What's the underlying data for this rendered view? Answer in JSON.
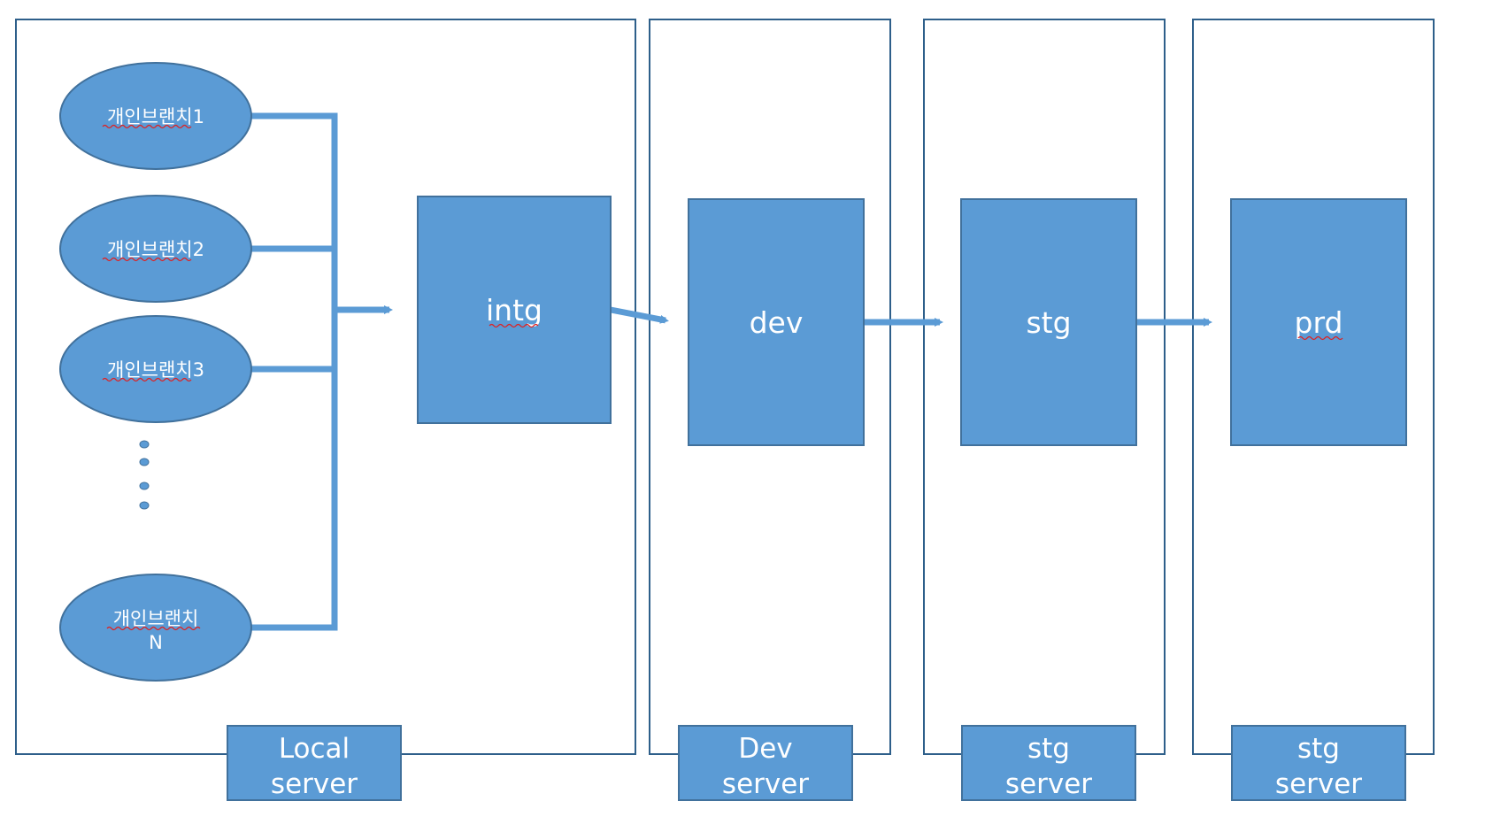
{
  "branches": [
    {
      "label": "개인브랜치1"
    },
    {
      "label": "개인브랜치2"
    },
    {
      "label": "개인브랜치3"
    },
    {
      "label_line1": "개인브랜치",
      "label_line2": "N"
    }
  ],
  "stages": {
    "intg": "intg",
    "dev": "dev",
    "stg": "stg",
    "prd": "prd"
  },
  "servers": {
    "local": {
      "line1": "Local",
      "line2": "server"
    },
    "dev": {
      "line1": "Dev",
      "line2": "server"
    },
    "stg": {
      "line1": "stg",
      "line2": "server"
    },
    "prd": {
      "line1": "stg",
      "line2": "server"
    }
  },
  "colors": {
    "fill": "#5b9bd5",
    "stroke": "#41719c",
    "frame": "#2e5f8a",
    "connector": "#5b9bd5",
    "spellcheck": "#e02020"
  }
}
